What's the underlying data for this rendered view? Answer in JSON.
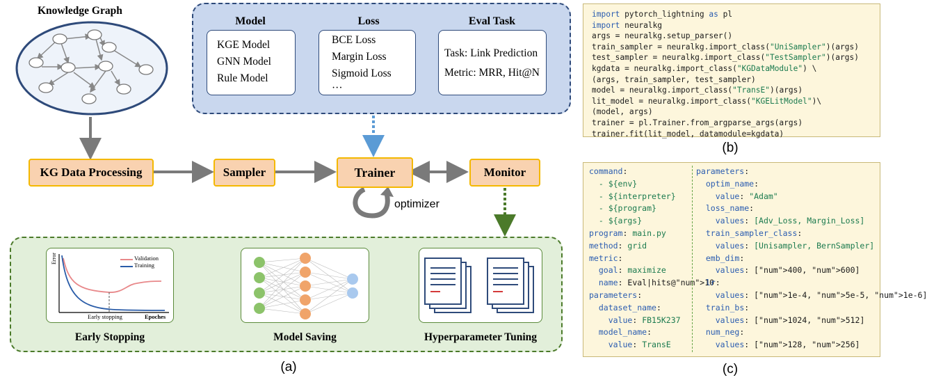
{
  "knowledge_graph": {
    "title": "Knowledge Graph"
  },
  "top_panel": {
    "model": {
      "title": "Model",
      "items": [
        "KGE Model",
        "GNN Model",
        "Rule Model"
      ]
    },
    "loss": {
      "title": "Loss",
      "items": [
        "BCE Loss",
        "Margin Loss",
        "Sigmoid Loss",
        "···"
      ]
    },
    "eval": {
      "title": "Eval Task",
      "items": [
        "Task: Link Prediction",
        "Metric: MRR, Hit@N"
      ]
    }
  },
  "pipeline": {
    "kg_data_processing": "KG Data Processing",
    "sampler": "Sampler",
    "trainer": "Trainer",
    "monitor": "Monitor",
    "optimizer": "optimizer"
  },
  "bottom_panel": {
    "early_stopping": "Early Stopping",
    "model_saving": "Model Saving",
    "hyperparameter_tuning": "Hyperparameter Tuning",
    "chart": {
      "ylabel": "Error",
      "xlabel": "Epoches",
      "marker_label": "Early stopping",
      "legend": [
        "Validation",
        "Training"
      ]
    }
  },
  "colors": {
    "validation": "#e8888a",
    "training": "#2a5ca8",
    "neuron_green": "#8cc36a",
    "neuron_orange": "#f0a46a",
    "neuron_blue": "#a9c9ee"
  },
  "code_b": [
    "import pytorch_lightning as pl",
    "import neuralkg",
    "args = neuralkg.setup_parser()",
    "train_sampler = neuralkg.import_class(\"UniSampler\")(args)",
    "test_sampler = neuralkg.import_class(\"TestSampler\")(args)",
    "kgdata = neuralkg.import_class(\"KGDataModule\") \\",
    "(args, train_sampler, test_sampler)",
    "model = neuralkg.import_class(\"TransE\")(args)",
    "lit_model = neuralkg.import_class(\"KGELitModel\")\\",
    "(model, args)",
    "trainer = pl.Trainer.from_argparse_args(args)",
    "trainer.fit(lit_model, datamodule=kgdata)"
  ],
  "code_c_left": [
    "command:",
    "  - ${env}",
    "  - ${interpreter}",
    "  - ${program}",
    "  - ${args}",
    "program: main.py",
    "method: grid",
    "metric:",
    "  goal: maximize",
    "  name: Eval|hits@10",
    "parameters:",
    "  dataset_name:",
    "    value: FB15K237",
    "  model_name:",
    "    value: TransE"
  ],
  "code_c_right": [
    "parameters:",
    "  optim_name:",
    "    value: \"Adam\"",
    "  loss_name:",
    "    values: [Adv_Loss, Margin_Loss]",
    "  train_sampler_class:",
    "    values: [Unisampler, BernSampler]",
    "  emb_dim:",
    "    values: [400, 600]",
    "  lr:",
    "    values: [1e-4, 5e-5, 1e-6]",
    "  train_bs:",
    "    values: [1024, 512]",
    "  num_neg:",
    "    values: [128, 256]"
  ],
  "captions": {
    "a": "(a)",
    "b": "(b)",
    "c": "(c)"
  }
}
